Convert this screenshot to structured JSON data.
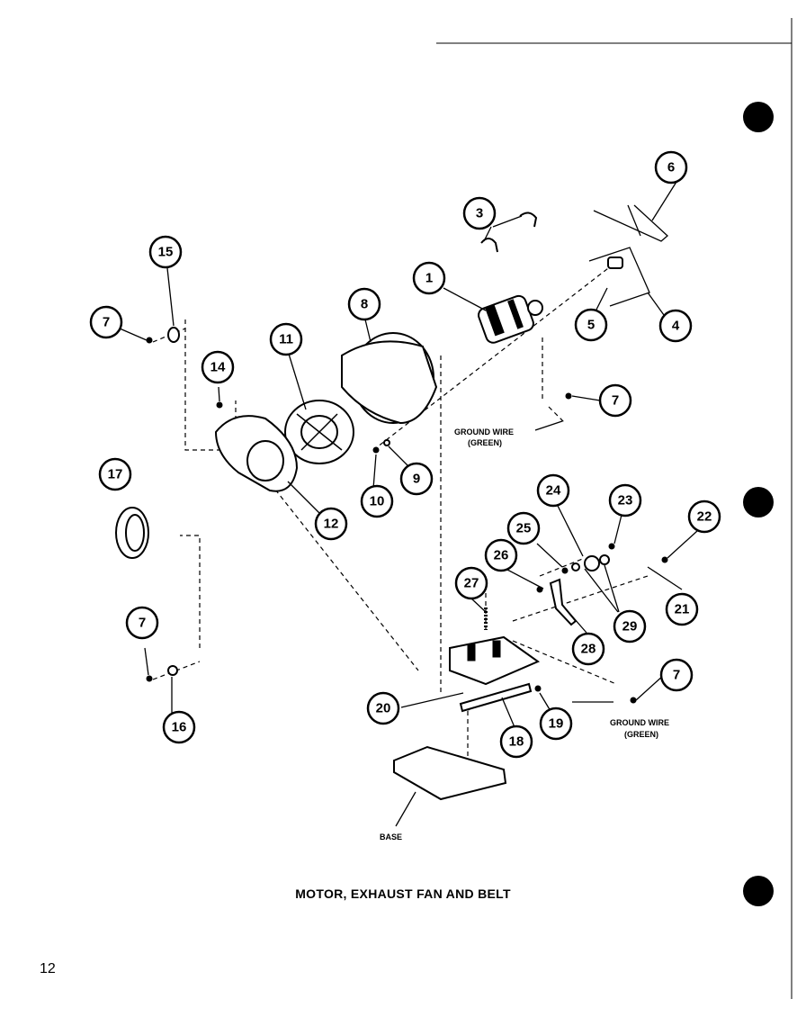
{
  "title": "MOTOR, EXHAUST FAN AND BELT",
  "page_number": "12",
  "labels": {
    "ground_wire_upper": [
      "GROUND WIRE",
      "(GREEN)"
    ],
    "ground_wire_lower": [
      "GROUND WIRE",
      "(GREEN)"
    ],
    "base": "BASE"
  },
  "callouts": [
    "1",
    "3",
    "4",
    "5",
    "6",
    "7",
    "7",
    "7",
    "7",
    "8",
    "9",
    "10",
    "11",
    "12",
    "14",
    "15",
    "16",
    "17",
    "18",
    "19",
    "20",
    "21",
    "22",
    "23",
    "24",
    "25",
    "26",
    "27",
    "28",
    "29"
  ]
}
